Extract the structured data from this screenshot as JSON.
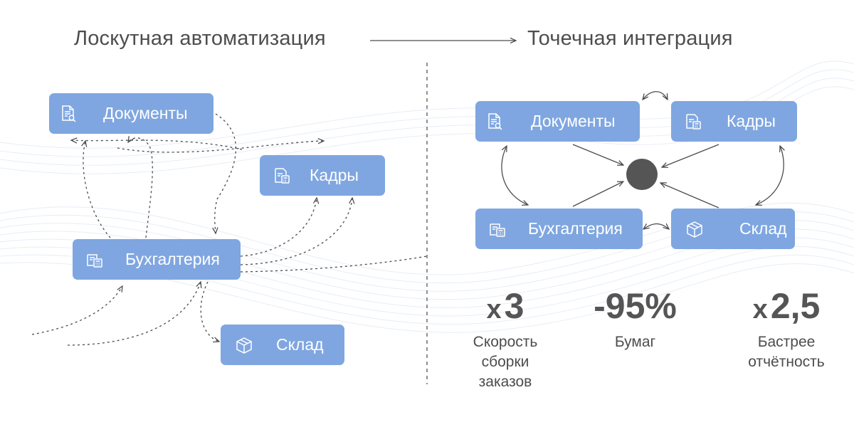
{
  "left": {
    "heading": "Лоскутная автоматизация",
    "nodes": {
      "documents": "Документы",
      "personnel": "Кадры",
      "accounting": "Бухгалтерия",
      "warehouse": "Склад"
    }
  },
  "right": {
    "heading": "Точечная интеграция",
    "nodes": {
      "documents": "Документы",
      "personnel": "Кадры",
      "accounting": "Бухгалтерия",
      "warehouse": "Склад"
    },
    "hub_color": "#555555"
  },
  "stats": [
    {
      "prefix": "х",
      "value": "3",
      "description_lines": [
        "Скорость",
        "сборки",
        "заказов"
      ]
    },
    {
      "prefix": "",
      "value": "-95%",
      "description_lines": [
        "Бумаг"
      ]
    },
    {
      "prefix": "х",
      "value": "2,5",
      "description_lines": [
        "Бастрее",
        "отчётность"
      ]
    }
  ],
  "colors": {
    "node": "#7fa6e0",
    "arrow": "#4d4d4d"
  },
  "icons": [
    "document-search-icon",
    "calculator-sheet-icon",
    "box-icon"
  ]
}
